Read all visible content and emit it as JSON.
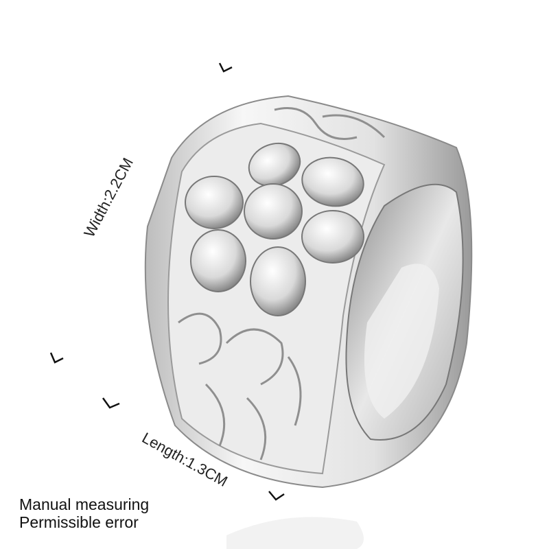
{
  "dimensions": {
    "width_label": "Width:2.2CM",
    "length_label": "Length:1.3CM"
  },
  "notes": {
    "line1": "Manual measuring",
    "line2": "Permissible error"
  },
  "colors": {
    "metal_light": "#f4f4f4",
    "metal_mid": "#c8c8c8",
    "metal_dark": "#6a6a6a"
  }
}
